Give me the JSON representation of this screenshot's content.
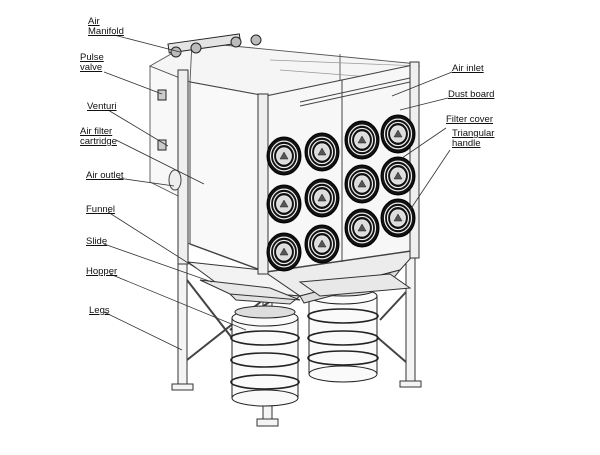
{
  "figure": {
    "background": "#ffffff",
    "line_color": "#222222",
    "label_color": "#111111"
  },
  "labels": {
    "air_manifold": "Air\nManifold",
    "pulse_valve": "Pulse\nvalve",
    "venturi": "Venturi",
    "air_filter_cartridge": "Air filter\ncartridge",
    "air_outlet": "Air outlet",
    "funnel": "Funnel",
    "slide": "Slide",
    "hopper": "Hopper",
    "legs": "Legs",
    "air_inlet": "Air inlet",
    "dust_board": "Dust board",
    "filter_cover": "Filter cover",
    "triangular_handle": "Triangular\nhandle"
  }
}
